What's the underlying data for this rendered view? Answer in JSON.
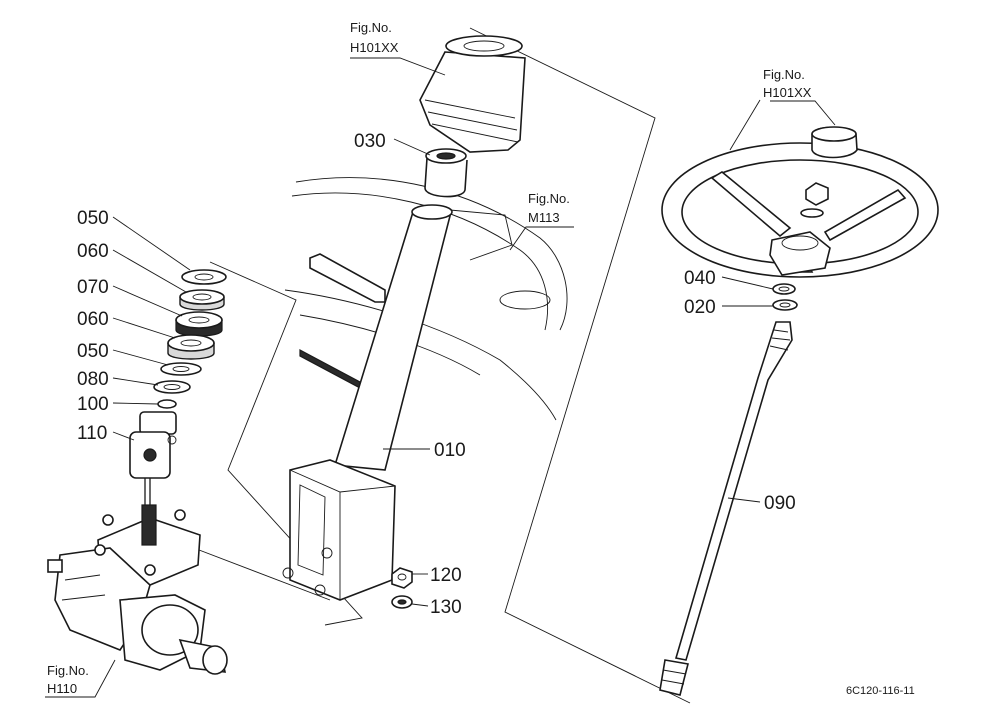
{
  "figure_refs": {
    "boot": {
      "prefix": "Fig.No.",
      "number": "H101XX"
    },
    "wheel": {
      "prefix": "Fig.No.",
      "number": "H101XX"
    },
    "dash": {
      "prefix": "Fig.No.",
      "number": "M113"
    },
    "gearbox": {
      "prefix": "Fig.No.",
      "number": "H110"
    }
  },
  "parts": {
    "p010": "010",
    "p020": "020",
    "p030": "030",
    "p040": "040",
    "p050a": "050",
    "p050b": "050",
    "p060a": "060",
    "p060b": "060",
    "p070": "070",
    "p080": "080",
    "p090": "090",
    "p100": "100",
    "p110": "110",
    "p120": "120",
    "p130": "130"
  },
  "drawing_code": "6C120-116-11"
}
